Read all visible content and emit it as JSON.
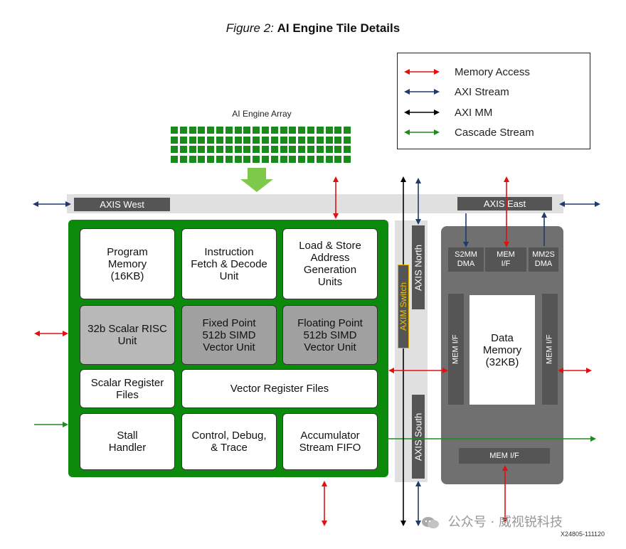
{
  "figure": {
    "prefix": "Figure 2:",
    "title": "AI Engine Tile Details"
  },
  "legend": {
    "items": [
      {
        "label": "Memory Access",
        "color": "#e01010"
      },
      {
        "label": "AXI Stream",
        "color": "#1f3a6b"
      },
      {
        "label": "AXI MM",
        "color": "#000000"
      },
      {
        "label": "Cascade Stream",
        "color": "#1f8a1f"
      }
    ]
  },
  "array": {
    "label": "AI Engine Array",
    "rows": 4,
    "cols": 20
  },
  "bus": {
    "west": "AXIS West",
    "east": "AXIS East",
    "north": "AXIS North",
    "south": "AXIS South",
    "axim": "AXIM Switch"
  },
  "core_units": [
    {
      "label": "Program\nMemory\n(16KB)",
      "tone": "white"
    },
    {
      "label": "Instruction\nFetch & Decode\nUnit",
      "tone": "white"
    },
    {
      "label": "Load & Store\nAddress\nGeneration\nUnits",
      "tone": "white"
    },
    {
      "label": "32b Scalar RISC\nUnit",
      "tone": "lgray"
    },
    {
      "label": "Fixed Point\n512b SIMD\nVector Unit",
      "tone": "gray"
    },
    {
      "label": "Floating Point\n512b SIMD\nVector Unit",
      "tone": "gray"
    },
    {
      "label": "Scalar Register\nFiles",
      "tone": "white"
    },
    {
      "label": "Vector Register Files",
      "tone": "white"
    },
    {
      "label": "Stall\nHandler",
      "tone": "white"
    },
    {
      "label": "Control, Debug,\n& Trace",
      "tone": "white"
    },
    {
      "label": "Accumulator\nStream FIFO",
      "tone": "white"
    }
  ],
  "memory_tile": {
    "s2mm": "S2MM\nDMA",
    "memif_top": "MEM\nI/F",
    "mm2s": "MM2S\nDMA",
    "memif_left": "MEM I/F",
    "memif_right": "MEM I/F",
    "data_memory": "Data\nMemory\n(32KB)",
    "memif_bottom": "MEM I/F"
  },
  "footer": {
    "watermark": "公众号 · 威视锐科技",
    "doc_id": "X24805-111120"
  },
  "colors": {
    "core_green": "#0b8a0b",
    "array_green": "#1a8a1a",
    "arrow_down_green": "#7ec84a",
    "memory_red": "#e01010",
    "stream_navy": "#1f3a6b",
    "axim_black": "#000000",
    "cascade_green": "#1f8a1f"
  }
}
